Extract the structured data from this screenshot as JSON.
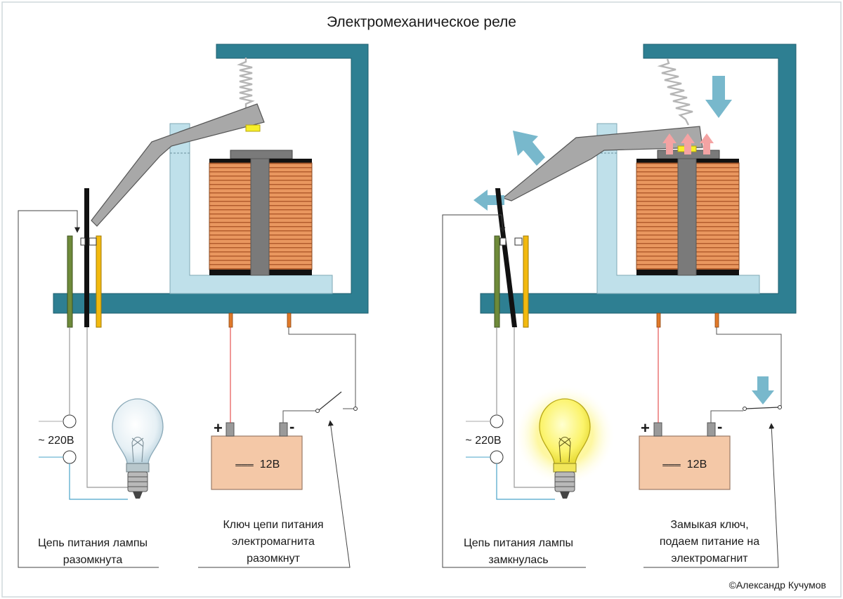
{
  "title": "Электромеханическое реле",
  "copyright": "©Александр Кучумов",
  "voltage_ac": "~ 220В",
  "battery": {
    "symbol": "═══",
    "value": "12В",
    "plus": "+",
    "minus": "-"
  },
  "left_panel": {
    "lamp_circuit_line1": "Цепь питания лампы",
    "lamp_circuit_line2": "разомкнута",
    "key_line1": "Ключ цепи питания",
    "key_line2": "электромагнита",
    "key_line3": "разомкнут"
  },
  "right_panel": {
    "lamp_circuit_line1": "Цепь питания лампы",
    "lamp_circuit_line2": "замкнулась",
    "key_line1": "Замыкая ключ,",
    "key_line2": "подаем питание на",
    "key_line3": "электромагнит"
  },
  "colors": {
    "frame": "#2e7f92",
    "bracket": "#bfe0ea",
    "coil": "#e9975f",
    "coil_stripe": "#b0592a",
    "core": "#7a7a7a",
    "armature": "#a8a8a8",
    "battery": "#f4c8a7",
    "contact_green": "#6e8a3a",
    "contact_yellow": "#f2b90f",
    "arrow": "#78b8cc",
    "lamp_glow": "#fdf58a"
  }
}
